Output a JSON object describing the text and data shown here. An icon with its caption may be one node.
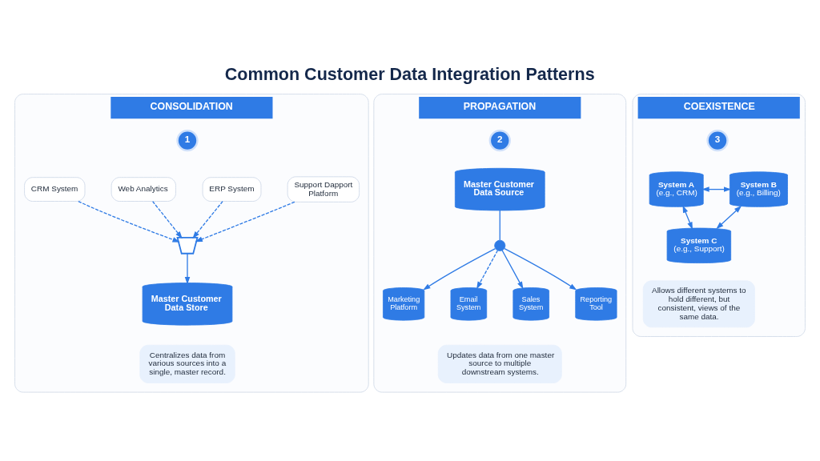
{
  "diagram": {
    "title": "Common Customer Data Integration Patterns",
    "nodes": [
      {
        "text": [
          "CONSOLIDATION"
        ]
      },
      {
        "text": [
          "1"
        ],
        "in": 0
      },
      {
        "text": [
          "CRM System"
        ],
        "in": 0
      },
      {
        "text": [
          "Web Analytics"
        ],
        "in": 0
      },
      {
        "text": [
          "ERP System"
        ],
        "in": 0
      },
      {
        "text": [
          "Support Dapport Platform"
        ],
        "in": 0
      },
      {
        "text": [],
        "shape": "funnel",
        "in": 0
      },
      {
        "text": [
          "Master Customer Data Store"
        ],
        "in": 0
      },
      {
        "text": [
          "Centralizes data from various sources into a single, master record."
        ],
        "in": 0
      },
      {
        "text": [
          "PROPAGATION"
        ]
      },
      {
        "text": [
          "2"
        ],
        "in": 9
      },
      {
        "text": [
          "Master Customer Data Source"
        ],
        "in": 9
      },
      {
        "text": [],
        "shape": "circle",
        "in": 9
      },
      {
        "text": [
          "Marketing Platform"
        ],
        "in": 9
      },
      {
        "text": [
          "Email System"
        ],
        "in": 9
      },
      {
        "text": [
          "Sales System"
        ],
        "in": 9
      },
      {
        "text": [
          "Reporting Tool"
        ],
        "in": 9
      },
      {
        "text": [
          "Updates data from one master source to multiple downstream systems."
        ],
        "in": 9
      },
      {
        "text": [
          "COEXISTENCE"
        ]
      },
      {
        "text": [
          "3"
        ],
        "in": 18
      },
      {
        "text": [
          "System A",
          "(e.g., CRM)"
        ],
        "in": 18
      },
      {
        "text": [
          "System B",
          "(e.g., Billing)"
        ],
        "in": 18
      },
      {
        "text": [
          "System C",
          "(e.g., Support)"
        ],
        "in": 18
      },
      {
        "text": [
          "Allows different systems to hold different, but consistent, views of the same data."
        ],
        "in": 18
      }
    ],
    "edges": [
      {
        "from": 2,
        "to": 6,
        "arrow": "to",
        "style": "dashed"
      },
      {
        "from": 3,
        "to": 6,
        "arrow": "to",
        "style": "dashed"
      },
      {
        "from": 4,
        "to": 6,
        "arrow": "to",
        "style": "dashed"
      },
      {
        "from": 5,
        "to": 6,
        "arrow": "to",
        "style": "dashed"
      },
      {
        "from": 6,
        "to": 7,
        "arrow": "to"
      },
      {
        "from": 11,
        "to": 12,
        "arrow": "none"
      },
      {
        "from": 12,
        "to": 13,
        "arrow": "to"
      },
      {
        "from": 12,
        "to": 14,
        "arrow": "to",
        "style": "dashed"
      },
      {
        "from": 12,
        "to": 15,
        "arrow": "to"
      },
      {
        "from": 12,
        "to": 16,
        "arrow": "to"
      },
      {
        "from": 20,
        "to": 21,
        "arrow": "both"
      },
      {
        "from": 20,
        "to": 22,
        "arrow": "both"
      },
      {
        "from": 21,
        "to": 22,
        "arrow": "both"
      }
    ]
  }
}
